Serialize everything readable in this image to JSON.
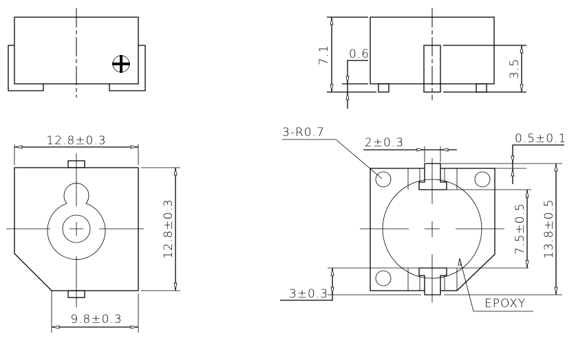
{
  "drawing": {
    "top_right_view": {
      "height_label": "7.1",
      "pin_offset_label": "0.6",
      "pin_height_label": "3.5"
    },
    "bottom_left_view": {
      "width_label": "12.8±0.3",
      "height_label": "12.8±0.3",
      "bottom_width_label": "9.8±0.3"
    },
    "bottom_right_view": {
      "radius_label": "3-R0.7",
      "pin_width_label": "2±0.3",
      "pin_step_label": "0.5±0.1",
      "pin_spacing_label": "7.5±0.5",
      "overall_height_label": "13.8±0.5",
      "pin_length_label": "3±0.3",
      "epoxy_label": "EPOXY"
    },
    "polarity_mark": "plus-sign"
  }
}
